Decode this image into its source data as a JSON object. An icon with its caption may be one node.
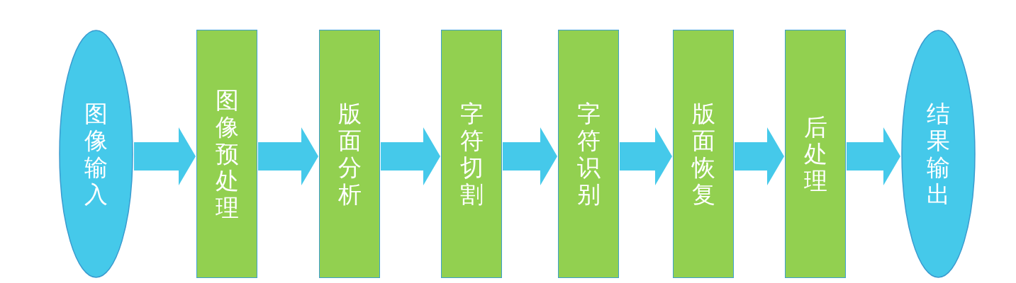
{
  "diagram": {
    "nodes": [
      {
        "text": [
          "图像输入"
        ]
      },
      {
        "text": [
          "图像预处理"
        ]
      },
      {
        "text": [
          "版面分析"
        ]
      },
      {
        "text": [
          "字符切割"
        ]
      },
      {
        "text": [
          "字符识别"
        ]
      },
      {
        "text": [
          "版面恢复"
        ]
      },
      {
        "text": [
          "后处理"
        ]
      },
      {
        "text": [
          "结果输出"
        ]
      }
    ],
    "edges": [
      {
        "from": 0,
        "to": 1,
        "arrow": "to"
      },
      {
        "from": 1,
        "to": 2,
        "arrow": "to"
      },
      {
        "from": 2,
        "to": 3,
        "arrow": "to"
      },
      {
        "from": 3,
        "to": 4,
        "arrow": "to"
      },
      {
        "from": 4,
        "to": 5,
        "arrow": "to"
      },
      {
        "from": 5,
        "to": 6,
        "arrow": "to"
      },
      {
        "from": 6,
        "to": 7,
        "arrow": "to"
      }
    ]
  }
}
